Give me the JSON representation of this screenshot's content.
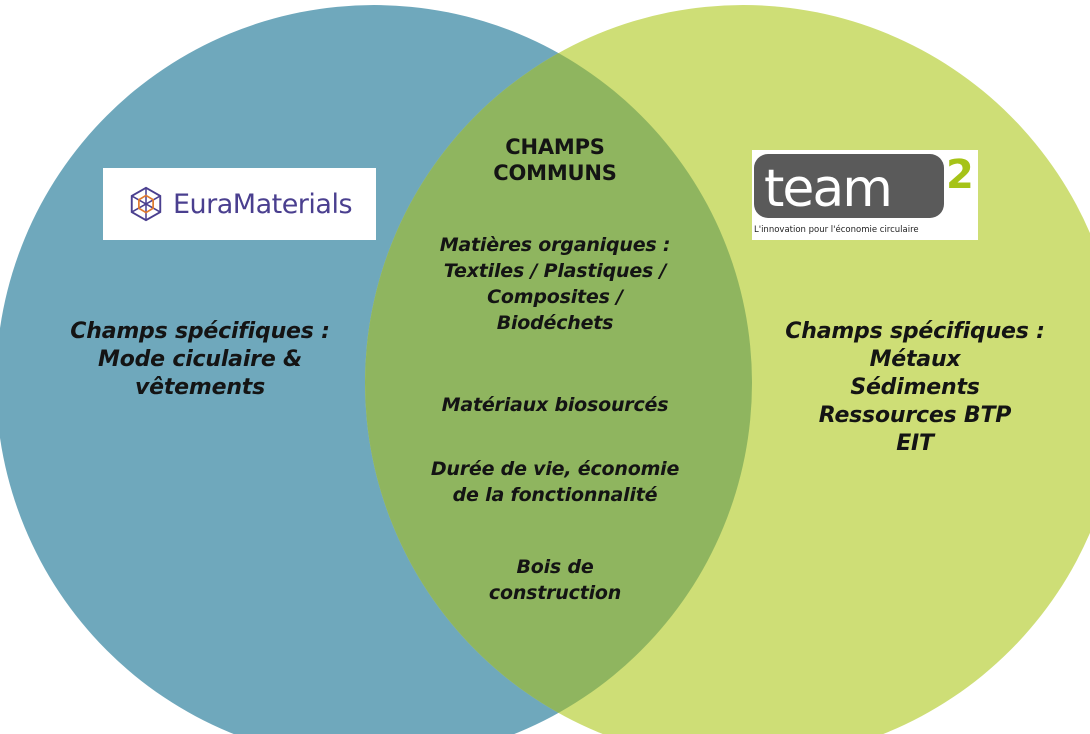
{
  "colors": {
    "left_circle": "#6fa8bc",
    "right_circle": "#cede76",
    "overlap": "#8fb55f"
  },
  "left_logo": {
    "icon": "euramaterials-hexagon-logo-icon",
    "text": "EuraMaterials"
  },
  "right_logo": {
    "icon": "team2-logo",
    "text": "team",
    "superscript": "2",
    "tagline": "L'innovation pour l'économie circulaire"
  },
  "left_set": {
    "title": "Champs spécifiques :",
    "lines": [
      "Mode ciculaire &",
      "vêtements"
    ]
  },
  "right_set": {
    "title": "Champs spécifiques :",
    "lines": [
      "Métaux",
      "Sédiments",
      "Ressources BTP",
      "EIT"
    ]
  },
  "intersection": {
    "title_lines": [
      "CHAMPS",
      "COMMUNS"
    ],
    "items": [
      [
        "Matières organiques :",
        "Textiles / Plastiques /",
        "Composites /",
        "Biodéchets"
      ],
      [
        "Matériaux biosourcés"
      ],
      [
        "Durée de vie, économie",
        "de la fonctionnalité"
      ],
      [
        "Bois de",
        "construction"
      ]
    ]
  }
}
